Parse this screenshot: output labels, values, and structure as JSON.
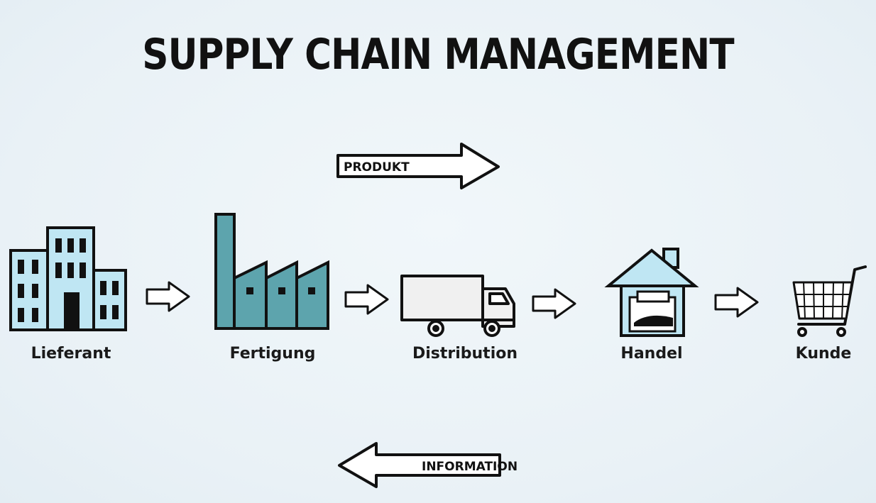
{
  "title": "SUPPLY CHAIN MANAGEMENT",
  "flows": {
    "product_label": "PRODUKT",
    "information_label": "INFORMATION"
  },
  "stages": [
    {
      "label": "Lieferant",
      "icon": "office-building-icon"
    },
    {
      "label": "Fertigung",
      "icon": "factory-icon"
    },
    {
      "label": "Distribution",
      "icon": "truck-icon"
    },
    {
      "label": "Handel",
      "icon": "store-house-icon"
    },
    {
      "label": "Kunde",
      "icon": "shopping-cart-icon"
    }
  ],
  "colors": {
    "icon_fill": "#bfe6f3",
    "factory_fill": "#5da4ad",
    "truck_fill": "#f0f0f0",
    "outline": "#111111"
  }
}
